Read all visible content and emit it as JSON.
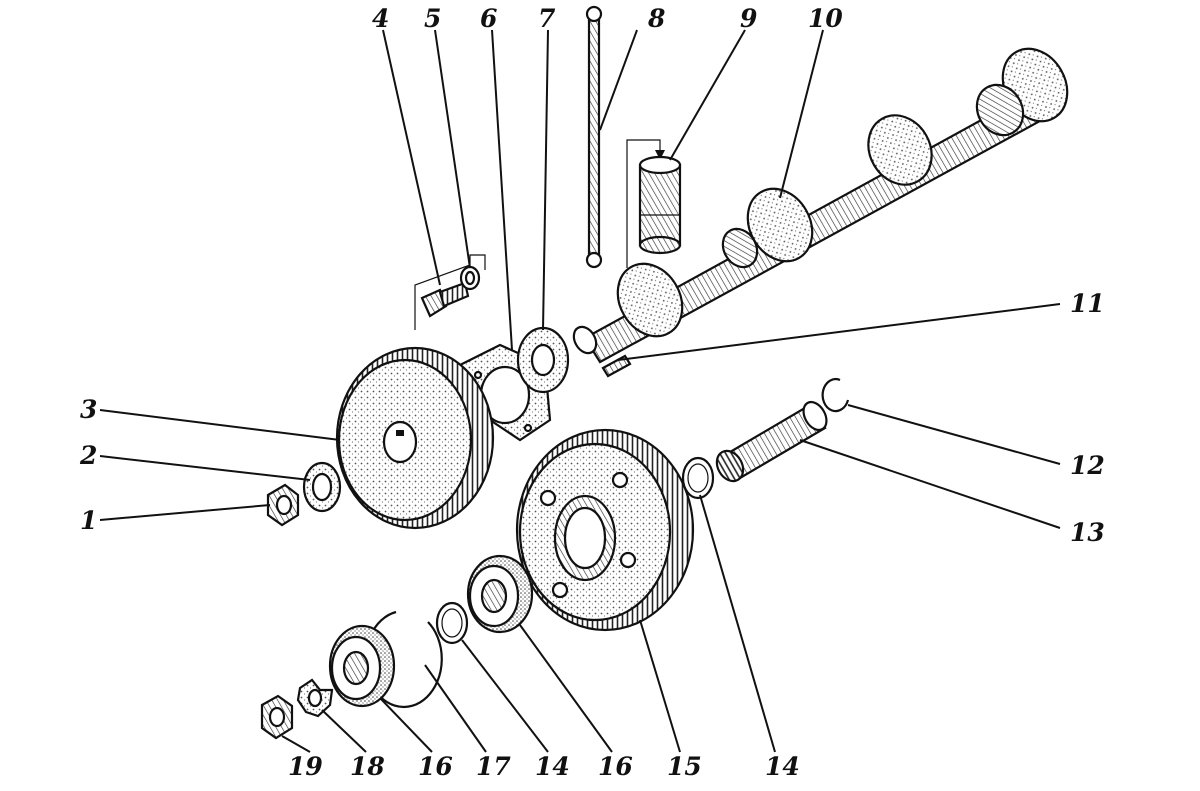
{
  "diagram": {
    "style": "exploded-view line drawing",
    "colors": {
      "ink": "#111111",
      "background": "#ffffff",
      "shade": "#9a9a9a"
    },
    "callouts": {
      "n1": "1",
      "n2": "2",
      "n3": "3",
      "n4": "4",
      "n5": "5",
      "n6": "6",
      "n7": "7",
      "n8": "8",
      "n9": "9",
      "n10": "10",
      "n11": "11",
      "n12": "12",
      "n13": "13",
      "n14a": "14",
      "n14b": "14",
      "n15": "15",
      "n16a": "16",
      "n16b": "16",
      "n17": "17",
      "n18": "18",
      "n19": "19"
    }
  }
}
